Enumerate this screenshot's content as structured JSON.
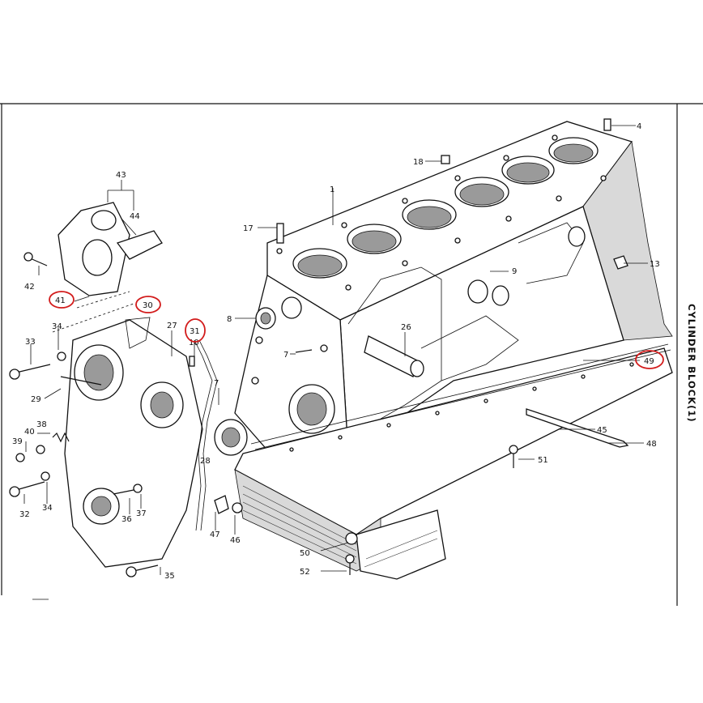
{
  "title": "CYLINDER BLOCK(1)",
  "callouts": {
    "c1": "1",
    "c4": "4",
    "c7": "7",
    "c8": "8",
    "c9": "9",
    "c10": "10",
    "c13": "13",
    "c17": "17",
    "c18": "18",
    "c26": "26",
    "c27": "27",
    "c28": "28",
    "c29": "29",
    "c30": "30",
    "c31": "31",
    "c32": "32",
    "c33": "33",
    "c34a": "34",
    "c34b": "34",
    "c35": "35",
    "c36": "36",
    "c37": "37",
    "c38": "38",
    "c39": "39",
    "c40": "40",
    "c41": "41",
    "c42": "42",
    "c43": "43",
    "c44": "44",
    "c45": "45",
    "c46": "46",
    "c47": "47",
    "c48": "48",
    "c49": "49",
    "c50": "50",
    "c51": "51",
    "c52": "52"
  },
  "highlighted_callouts": [
    "41",
    "30",
    "31",
    "49"
  ],
  "colors": {
    "ink": "#111111",
    "highlight": "#d21b1b",
    "paper": "#ffffff"
  }
}
